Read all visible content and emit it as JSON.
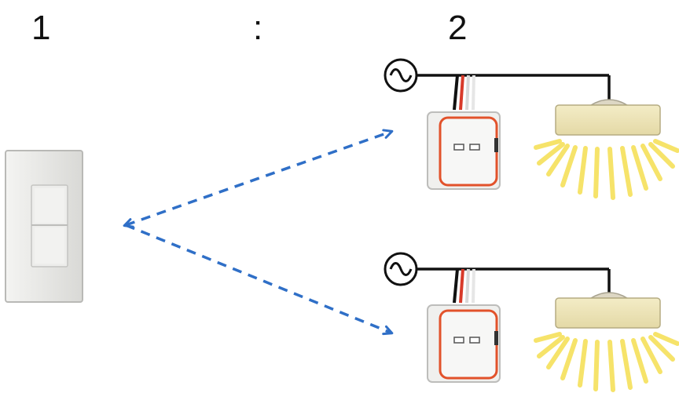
{
  "labels": {
    "left": "1",
    "separator": ":",
    "right": "2"
  },
  "icons": {
    "wall_switch": "wireless-wall-switch-icon",
    "receiver": "receiver-relay-icon",
    "ac_source": "ac-source-icon",
    "lamp": "ceiling-lamp-icon",
    "signal": "wireless-signal-arrow"
  },
  "colors": {
    "signal_arrow": "#2f6fc7",
    "wire": "#111111",
    "receiver_outline": "#e2522b",
    "lamp_body": "#efe6b8",
    "light_rays": "#f6e36a"
  }
}
